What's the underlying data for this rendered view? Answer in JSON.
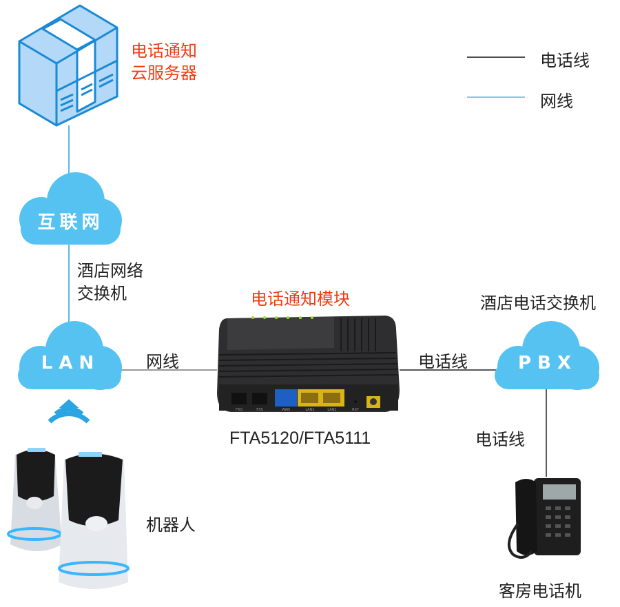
{
  "server": {
    "label_line1": "电话通知",
    "label_line2": "云服务器"
  },
  "legend": {
    "phone_line": "电话线",
    "network_line": "网线",
    "phone_line_color": "#111111",
    "network_line_color": "#5bb8ea"
  },
  "internet_cloud": {
    "label": "互联网"
  },
  "hotel_switch": {
    "label_line1": "酒店网络",
    "label_line2": "交换机"
  },
  "lan_cloud": {
    "label": "LAN"
  },
  "pbx_cloud": {
    "label": "PBX"
  },
  "module": {
    "title": "电话通知模块",
    "model": "FTA5120/FTA5111",
    "ports": [
      "FXO",
      "FXS",
      "WAN",
      "LAN1",
      "LAN2",
      "RST"
    ]
  },
  "hotel_pbx": {
    "label": "酒店电话交换机"
  },
  "links": {
    "lan_to_module": "网线",
    "module_to_pbx": "电话线",
    "pbx_to_phone": "电话线"
  },
  "robot": {
    "label": "机器人"
  },
  "guest_phone": {
    "label": "客房电话机"
  },
  "colors": {
    "cloud": "#55c2f2",
    "accent_red": "#f03c14",
    "server_blue": "#1a8ad4"
  }
}
